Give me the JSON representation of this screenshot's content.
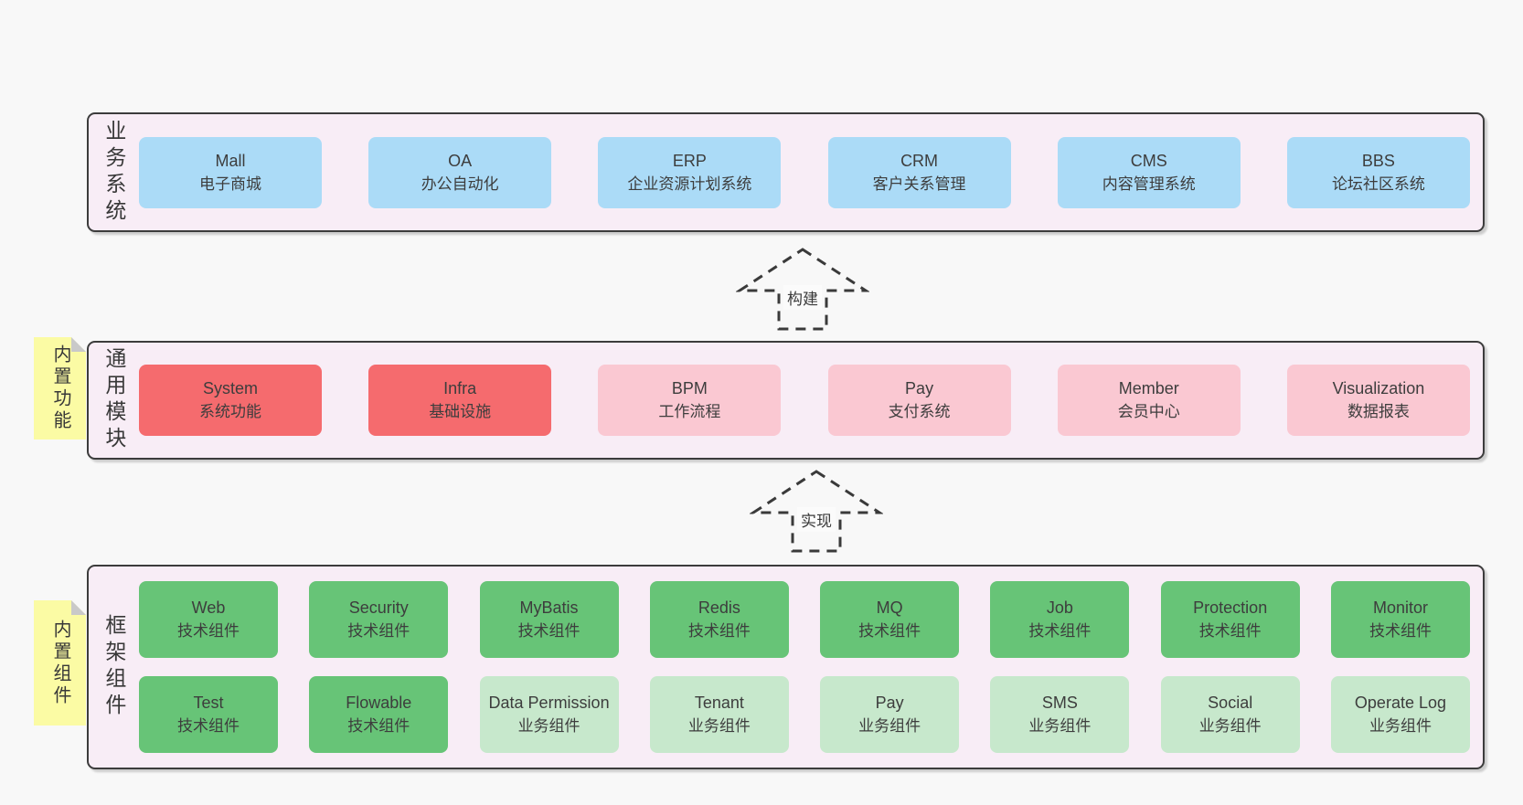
{
  "bands": [
    {
      "label": "业务系统",
      "items": [
        {
          "name": "Mall",
          "desc": "电子商城"
        },
        {
          "name": "OA",
          "desc": "办公自动化"
        },
        {
          "name": "ERP",
          "desc": "企业资源计划系统"
        },
        {
          "name": "CRM",
          "desc": "客户关系管理"
        },
        {
          "name": "CMS",
          "desc": "内容管理系统"
        },
        {
          "name": "BBS",
          "desc": "论坛社区系统"
        }
      ]
    },
    {
      "label": "通用模块",
      "sticky": "内置功能",
      "items": [
        {
          "name": "System",
          "desc": "系统功能"
        },
        {
          "name": "Infra",
          "desc": "基础设施"
        },
        {
          "name": "BPM",
          "desc": "工作流程"
        },
        {
          "name": "Pay",
          "desc": "支付系统"
        },
        {
          "name": "Member",
          "desc": "会员中心"
        },
        {
          "name": "Visualization",
          "desc": "数据报表"
        }
      ]
    },
    {
      "label": "框架组件",
      "sticky": "内置组件",
      "row1": [
        {
          "name": "Web",
          "desc": "技术组件"
        },
        {
          "name": "Security",
          "desc": "技术组件"
        },
        {
          "name": "MyBatis",
          "desc": "技术组件"
        },
        {
          "name": "Redis",
          "desc": "技术组件"
        },
        {
          "name": "MQ",
          "desc": "技术组件"
        },
        {
          "name": "Job",
          "desc": "技术组件"
        },
        {
          "name": "Protection",
          "desc": "技术组件"
        },
        {
          "name": "Monitor",
          "desc": "技术组件"
        }
      ],
      "row2": [
        {
          "name": "Test",
          "desc": "技术组件"
        },
        {
          "name": "Flowable",
          "desc": "技术组件"
        },
        {
          "name": "Data Permission",
          "desc": "业务组件"
        },
        {
          "name": "Tenant",
          "desc": "业务组件"
        },
        {
          "name": "Pay",
          "desc": "业务组件"
        },
        {
          "name": "SMS",
          "desc": "业务组件"
        },
        {
          "name": "Social",
          "desc": "业务组件"
        },
        {
          "name": "Operate Log",
          "desc": "业务组件"
        }
      ]
    }
  ],
  "arrows": [
    {
      "label": "构建"
    },
    {
      "label": "实现"
    }
  ],
  "colors": {
    "page_bg": "#f8f8f8",
    "band_bg": "#f8edf6",
    "band_border": "#3c3c3c",
    "blue": "#abdbf7",
    "red": "#f56b6e",
    "pink": "#fac8d2",
    "green": "#67c477",
    "light_green": "#c7e8cc",
    "sticky_yellow": "#fbfba4",
    "sticky_fold": "#c9c9c9",
    "text": "#3d3d3d"
  }
}
